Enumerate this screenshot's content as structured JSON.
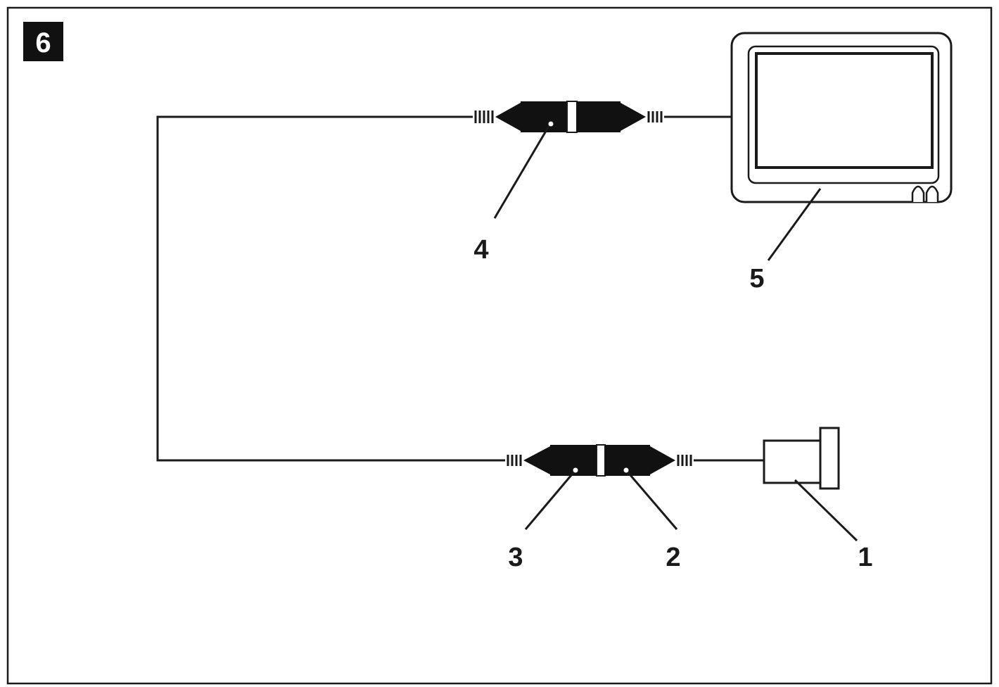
{
  "figure": {
    "number": "6",
    "colors": {
      "ink": "#1a1a1a",
      "paper": "#ffffff",
      "badge": "#111111"
    }
  },
  "callouts": [
    {
      "id": "1",
      "label": "1",
      "target": "camera"
    },
    {
      "id": "2",
      "label": "2",
      "target": "camera-side-connector"
    },
    {
      "id": "3",
      "label": "3",
      "target": "extension-cable-connector-bottom"
    },
    {
      "id": "4",
      "label": "4",
      "target": "extension-cable-connector-top"
    },
    {
      "id": "5",
      "label": "5",
      "target": "monitor"
    }
  ]
}
